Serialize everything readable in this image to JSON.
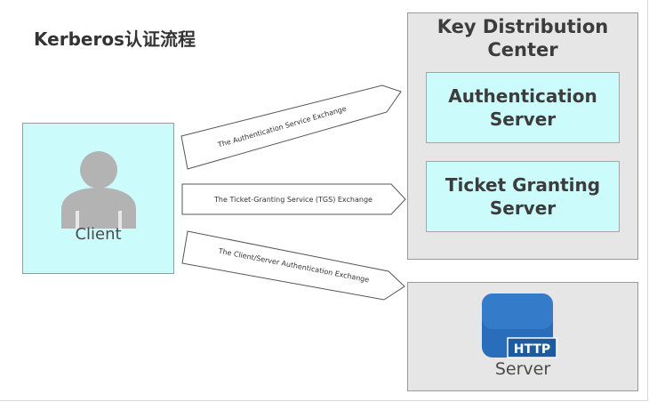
{
  "title": "Kerberos认证流程",
  "kdc": {
    "title_line1": "Key Distribution",
    "title_line2": "Center",
    "authentication_server": {
      "line1": "Authentication",
      "line2": "Server"
    },
    "ticket_granting_server": {
      "line1": "Ticket Granting",
      "line2": "Server"
    }
  },
  "client": {
    "label": "Client"
  },
  "server": {
    "label": "Server",
    "badge": "HTTP"
  },
  "exchanges": [
    "The Authentication Service Exchange",
    "The Ticket-Granting Service (TGS) Exchange",
    "The Client/Server Authentication Exchange"
  ],
  "colors": {
    "box_fill_cyan": "#ccfbfc",
    "box_fill_gray": "#e6e6e6",
    "server_icon_blue": "#2a6ebb"
  }
}
